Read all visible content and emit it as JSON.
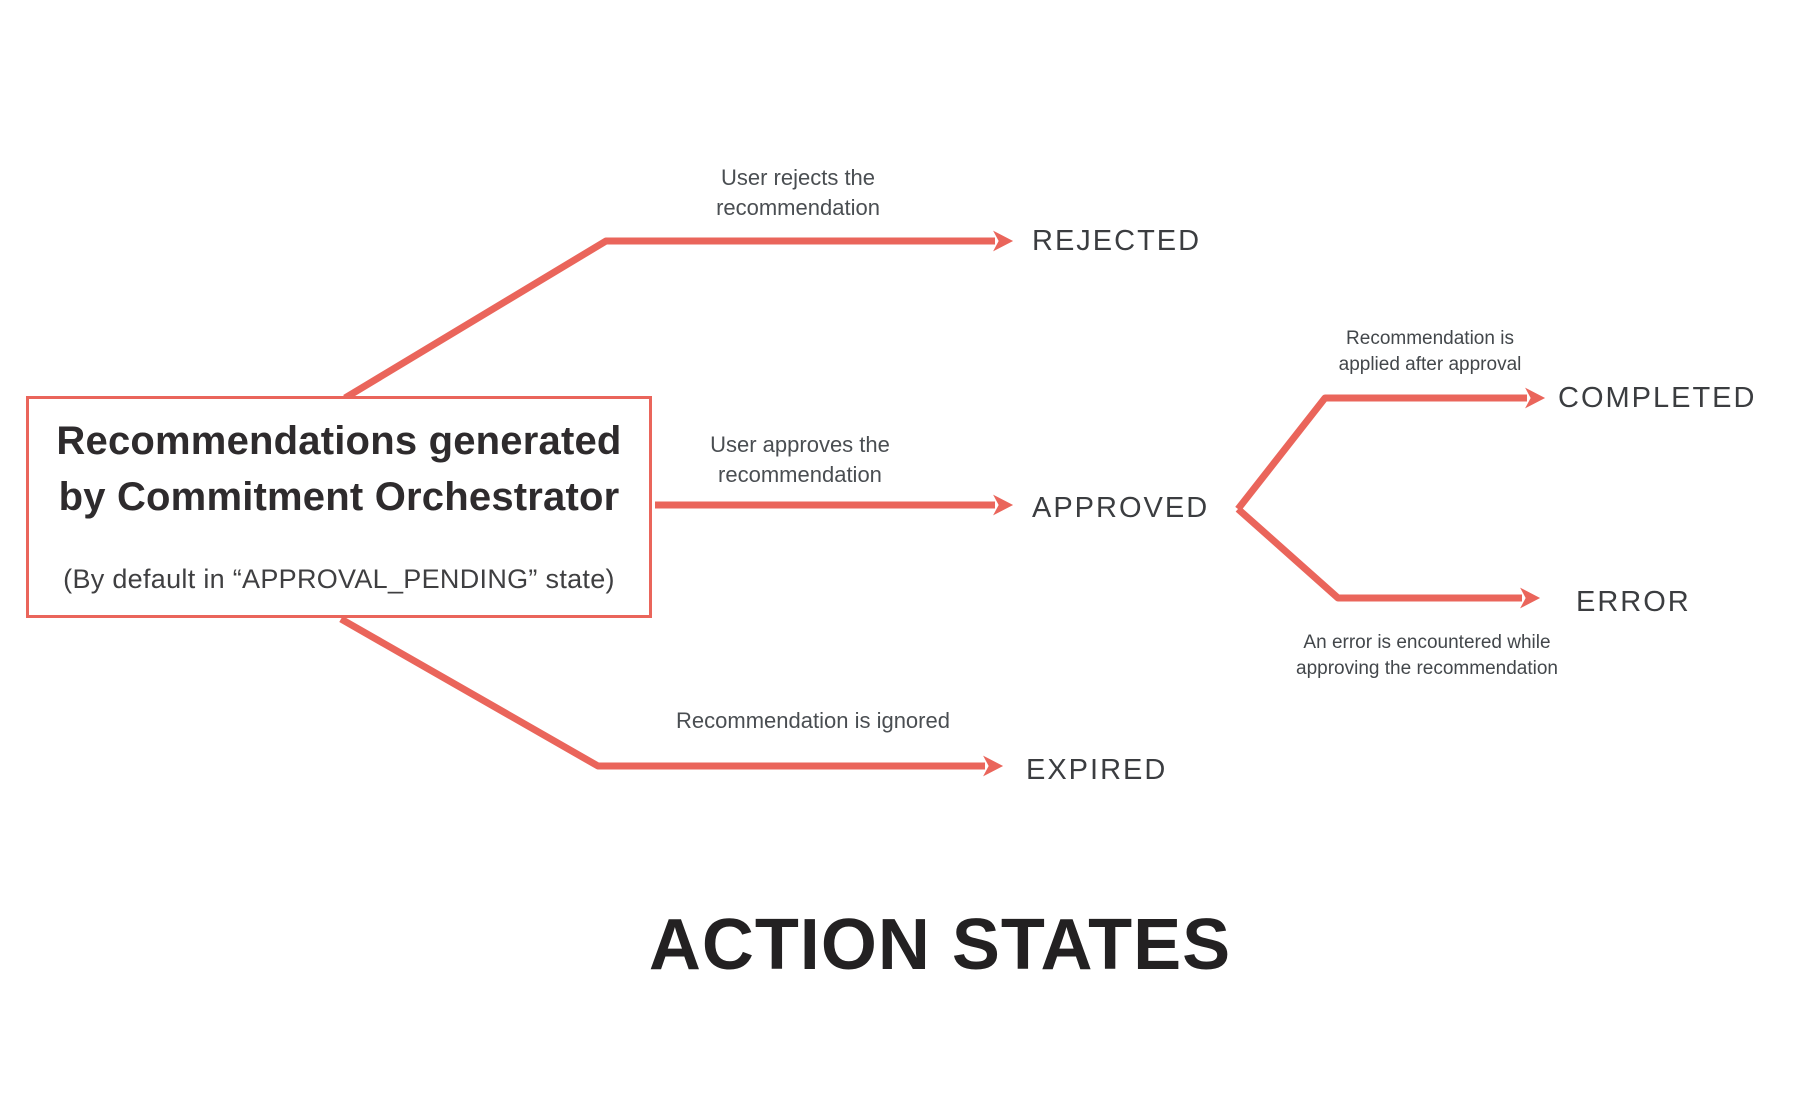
{
  "title": "ACTION STATES",
  "colors": {
    "accent": "#ea655b",
    "heading": "#232122",
    "state_text": "#3b3d40",
    "label_text": "#4a4e52"
  },
  "source_box": {
    "title": "Recommendations generated\nby Commitment Orchestrator",
    "subtitle": "(By default in “APPROVAL_PENDING” state)"
  },
  "states": [
    {
      "id": "rejected",
      "label": "REJECTED"
    },
    {
      "id": "approved",
      "label": "APPROVED"
    },
    {
      "id": "expired",
      "label": "EXPIRED"
    },
    {
      "id": "completed",
      "label": "COMPLETED"
    },
    {
      "id": "error",
      "label": "ERROR"
    }
  ],
  "transitions": [
    {
      "from": "approval_pending_box",
      "to": "rejected",
      "label": "User rejects the\nrecommendation"
    },
    {
      "from": "approval_pending_box",
      "to": "approved",
      "label": "User approves the\nrecommendation"
    },
    {
      "from": "approval_pending_box",
      "to": "expired",
      "label": "Recommendation is ignored"
    },
    {
      "from": "approved",
      "to": "completed",
      "label": "Recommendation is\napplied after approval"
    },
    {
      "from": "approved",
      "to": "error",
      "label": "An error is encountered while\napproving the recommendation"
    }
  ]
}
